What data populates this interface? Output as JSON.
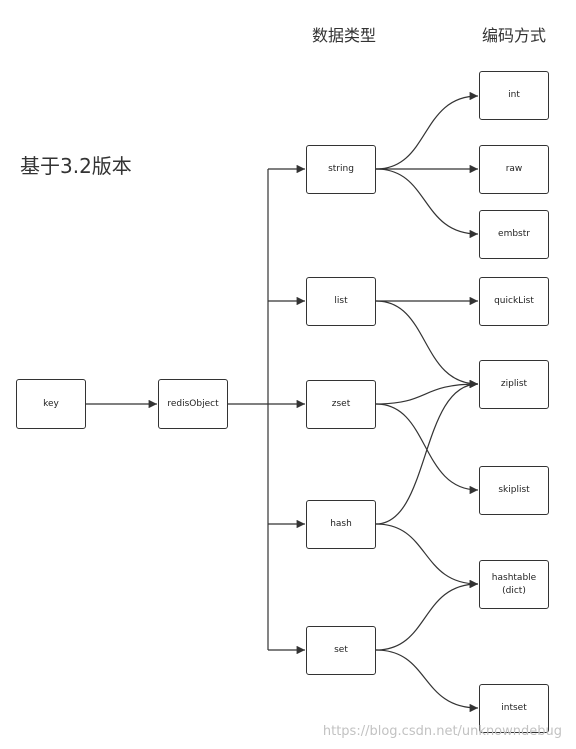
{
  "headings": {
    "data_types": "数据类型",
    "encodings": "编码方式"
  },
  "version_label": "基于3.2版本",
  "nodes": {
    "key": "key",
    "redis_object": "redisObject",
    "string": "string",
    "list": "list",
    "zset": "zset",
    "hash": "hash",
    "set": "set",
    "int": "int",
    "raw": "raw",
    "embstr": "embstr",
    "quicklist": "quickList",
    "ziplist": "ziplist",
    "skiplist": "skiplist",
    "hashtable": "hashtable\n(dict)",
    "intset": "intset"
  },
  "watermark": "https://blog.csdn.net/unknowndebug",
  "colors": {
    "line": "#333333",
    "box_border": "#333333"
  }
}
